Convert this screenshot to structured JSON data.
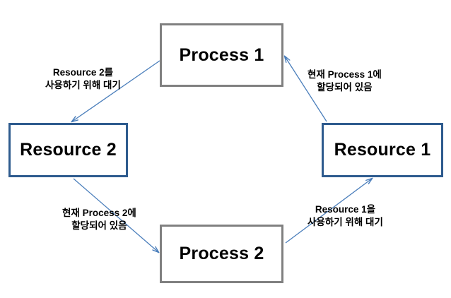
{
  "diagram": {
    "title": "Deadlock circular wait diagram",
    "colors": {
      "process_border": "#808080",
      "resource_border": "#2e5b8e",
      "arrow": "#4a7ebb",
      "text": "#000000",
      "background": "#ffffff"
    },
    "nodes": [
      {
        "id": "process-1",
        "label": "Process 1",
        "type": "process"
      },
      {
        "id": "resource-1",
        "label": "Resource 1",
        "type": "resource"
      },
      {
        "id": "process-2",
        "label": "Process 2",
        "type": "process"
      },
      {
        "id": "resource-2",
        "label": "Resource 2",
        "type": "resource"
      }
    ],
    "edges": [
      {
        "id": "p1-r2",
        "from": "Process 1",
        "to": "Resource 2",
        "line1": "Resource 2를",
        "line2": "사용하기 위해 대기"
      },
      {
        "id": "r1-p1",
        "from": "Resource 1",
        "to": "Process 1",
        "line1": "현재 Process 1에",
        "line2": "할당되어 있음"
      },
      {
        "id": "r2-p2",
        "from": "Resource 2",
        "to": "Process 2",
        "line1": "현재 Process 2에",
        "line2": "할당되어 있음"
      },
      {
        "id": "p2-r1",
        "from": "Process 2",
        "to": "Resource 1",
        "line1": "Resource 1을",
        "line2": "사용하기 위해 대기"
      }
    ]
  }
}
